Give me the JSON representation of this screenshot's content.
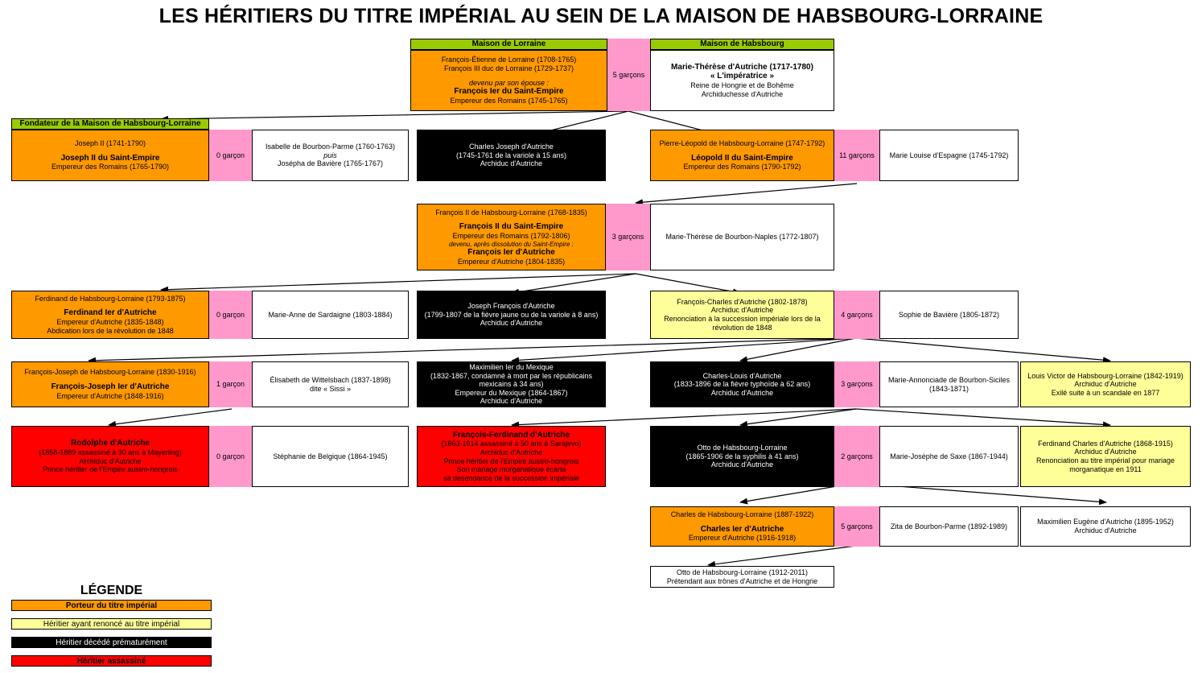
{
  "page": {
    "title": "LES HÉRITIERS DU TITRE IMPÉRIAL AU SEIN DE LA MAISON DE HABSBOURG-LORRAINE"
  },
  "colors": {
    "orange": "#FF9900",
    "yellow": "#FFFF99",
    "black": "#000000",
    "red": "#FF0000",
    "pink": "#FF99CC",
    "green": "#99CC00",
    "white": "#FFFFFF"
  },
  "headers": {
    "maison_lorraine": "Maison de Lorraine",
    "maison_habsbourg": "Maison de Habsbourg",
    "fondateur": "Fondateur de la Maison de Habsbourg-Lorraine"
  },
  "children_counts": {
    "g1": "5 garçons",
    "g2a": "0 garçon",
    "g2b": "11 garçons",
    "g3": "3 garçons",
    "g4a": "0 garçon",
    "g4b": "4 garçons",
    "g5a": "1 garçon",
    "g5b": "3 garçons",
    "g6a": "0 garçon",
    "g6b": "2 garçons",
    "g7": "5 garçons"
  },
  "nodes": {
    "francois_etienne": {
      "l1": "François-Étienne de Lorraine (1708-1765)",
      "l2": "François III duc de Lorraine (1729-1737)",
      "l3": "devenu par son épouse :",
      "l4": "François Ier du Saint-Empire",
      "l5": "Empereur des Romains (1745-1765)"
    },
    "marie_therese": {
      "l1": "Marie-Thérèse d'Autriche (1717-1780)",
      "l2": "« L'impératrice »",
      "l3": "Reine de Hongrie et de Bohême",
      "l4": "Archiduchesse d'Autriche"
    },
    "joseph_ii": {
      "l1": "Joseph II (1741-1790)",
      "l2": "Joseph II du Saint-Empire",
      "l3": "Empereur des Romains (1765-1790)"
    },
    "isabelle": {
      "l1": "Isabelle de Bourbon-Parme (1760-1763)",
      "l2": "puis",
      "l3": "Josépha de Bavière (1765-1767)"
    },
    "charles_joseph": {
      "l1": "Charles Joseph d'Autriche",
      "l2": "(1745-1761 de la variole à 15 ans)",
      "l3": "Archiduc d'Autriche"
    },
    "leopold_ii": {
      "l1": "Pierre-Léopold de Habsbourg-Lorraine (1747-1792)",
      "l2": "Léopold II du Saint-Empire",
      "l3": "Empereur des Romains (1790-1792)"
    },
    "marie_louise": {
      "l1": "Marie Louise d'Espagne (1745-1792)"
    },
    "francois_ii": {
      "l1": "François II de Habsbourg-Lorraine (1768-1835)",
      "l2": "François II du Saint-Empire",
      "l3": "Empereur des Romains (1792-1806)",
      "l4": "devenu, après dissolution du Saint-Empire :",
      "l5": "François Ier d'Autriche",
      "l6": "Empereur d'Autriche (1804-1835)"
    },
    "marie_therese_naples": {
      "l1": "Marie-Thérèse de Bourbon-Naples (1772-1807)"
    },
    "ferdinand_ier": {
      "l1": "Ferdinand de Habsbourg-Lorraine (1793-1875)",
      "l2": "Ferdinand Ier d'Autriche",
      "l3": "Empereur d'Autriche (1835-1848)",
      "l4": "Abdication lors de la révolution de 1848"
    },
    "marie_anne": {
      "l1": "Marie-Anne de Sardaigne (1803-1884)"
    },
    "joseph_francois": {
      "l1": "Joseph François d'Autriche",
      "l2": "(1799-1807 de la fièvre jaune ou de la variole à 8 ans)",
      "l3": "Archiduc d'Autriche"
    },
    "francois_charles": {
      "l1": "François-Charles d'Autriche (1802-1878)",
      "l2": "Archiduc d'Autriche",
      "l3": "Renonciation à la succession impériale lors de la révolution de 1848"
    },
    "sophie": {
      "l1": "Sophie de Bavière (1805-1872)"
    },
    "francois_joseph": {
      "l1": "François-Joseph de Habsbourg-Lorraine (1830-1916)",
      "l2": "François-Joseph Ier d'Autriche",
      "l3": "Empereur d'Autriche (1848-1916)"
    },
    "elisabeth": {
      "l1": "Élisabeth de Wittelsbach (1837-1898)",
      "l2": "dite « Sissi »"
    },
    "maximilien_mexique": {
      "l1": "Maximilien Ier du Mexique",
      "l2": "(1832-1867, condamné à mort par les républicains mexicains à 34 ans)",
      "l3": "Empereur du Mexique (1864-1867)",
      "l4": "Archiduc d'Autriche"
    },
    "charles_louis": {
      "l1": "Charles-Louis d'Autriche",
      "l2": "(1833-1896 de la fièvre typhoïde à 62 ans)",
      "l3": "Archiduc d'Autriche"
    },
    "marie_annonciade": {
      "l1": "Marie-Annonciade de Bourbon-Siciles",
      "l2": "(1843-1871)"
    },
    "louis_victor": {
      "l1": "Louis Victor de Habsbourg-Lorraine (1842-1919)",
      "l2": "Archiduc d'Autriche",
      "l3": "Exilé suite à un scandale en 1877"
    },
    "rodolphe": {
      "l1": "Rodolphe d'Autriche",
      "l2": "(1858-1889 assassiné à 30 ans à Mayerling)",
      "l3": "Archiduc d'Autriche",
      "l4": "Prince héritier de l'Empire austro-hongrois"
    },
    "stephanie": {
      "l1": "Stéphanie de Belgique (1864-1945)"
    },
    "francois_ferdinand": {
      "l1": "François-Ferdinand d'Autriche",
      "l2": "(1863-1914 assassiné à 50 ans à Sarajevo)",
      "l3": "Archiduc d'Autriche",
      "l4": "Prince héritier de l'Empire austro-hongrois",
      "l5": "Son mariage morganatique écarta",
      "l6": "sa desendance de la succession impériale"
    },
    "otto": {
      "l1": "Otto de Habsbourg-Lorraine",
      "l2": "(1865-1906 de la syphilis à 41 ans)",
      "l3": "Archiduc d'Autriche"
    },
    "marie_josephe": {
      "l1": "Marie-Josèphe de Saxe (1867-1944)"
    },
    "ferdinand_charles": {
      "l1": "Ferdinand Charles d'Autriche (1868-1915)",
      "l2": "Archiduc d'Autriche",
      "l3": "Renonciation au titre impérial pour mariage morganatique en 1911"
    },
    "charles_ier": {
      "l1": "Charles de Habsbourg-Lorraine (1887-1922)",
      "l2": "Charles Ier d'Autriche",
      "l3": "Empereur d'Autriche (1916-1918)"
    },
    "zita": {
      "l1": "Zita de Bourbon-Parme (1892-1989)"
    },
    "maximilien_eugene": {
      "l1": "Maximilien Eugène d'Autriche (1895-1952)",
      "l2": "Archiduc d'Autriche"
    },
    "otto_1912": {
      "l1": "Otto de Habsbourg-Lorraine (1912-2011)",
      "l2": "Prétendant aux trônes d'Autriche et de Hongrie"
    }
  },
  "legend": {
    "title": "LÉGENDE",
    "items": [
      {
        "label": "Porteur du titre impérial",
        "color": "#FF9900"
      },
      {
        "label": "Héritier ayant renoncé au titre impérial",
        "color": "#FFFF99"
      },
      {
        "label": "Héritier décédé prématurément",
        "color": "#000000"
      },
      {
        "label": "Héritier assassiné",
        "color": "#FF0000"
      }
    ]
  }
}
